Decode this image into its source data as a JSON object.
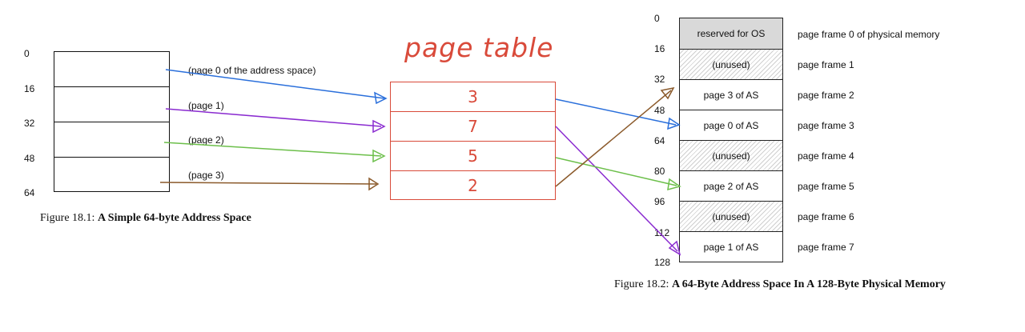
{
  "figure1": {
    "address_labels": [
      "0",
      "16",
      "32",
      "48",
      "64"
    ],
    "page_labels": [
      "(page 0 of the address space)",
      "(page 1)",
      "(page 2)",
      "(page 3)"
    ],
    "caption_prefix": "Figure 18.1: ",
    "caption_title": "A Simple 64-byte Address Space"
  },
  "page_table": {
    "title": "page table",
    "entries": [
      "3",
      "7",
      "5",
      "2"
    ],
    "color": "#d94a3a"
  },
  "figure2": {
    "address_labels": [
      "0",
      "16",
      "32",
      "48",
      "64",
      "80",
      "96",
      "112",
      "128"
    ],
    "frames": [
      {
        "content": "reserved for OS",
        "label": "page frame 0 of physical memory",
        "kind": "reserved"
      },
      {
        "content": "(unused)",
        "label": "page frame 1",
        "kind": "unused"
      },
      {
        "content": "page 3 of AS",
        "label": "page frame 2",
        "kind": "used"
      },
      {
        "content": "page 0 of AS",
        "label": "page frame 3",
        "kind": "used"
      },
      {
        "content": "(unused)",
        "label": "page frame 4",
        "kind": "unused"
      },
      {
        "content": "page 2 of AS",
        "label": "page frame 5",
        "kind": "used"
      },
      {
        "content": "(unused)",
        "label": "page frame 6",
        "kind": "unused"
      },
      {
        "content": "page 1 of AS",
        "label": "page frame 7",
        "kind": "used"
      }
    ],
    "caption_prefix": "Figure 18.2: ",
    "caption_title": "A 64-Byte Address Space In A 128-Byte Physical Memory"
  },
  "arrow_colors": {
    "page0": "#2a6fdb",
    "page1": "#8a2bd0",
    "page2": "#6cbf4a",
    "page3": "#8b5a2b"
  }
}
